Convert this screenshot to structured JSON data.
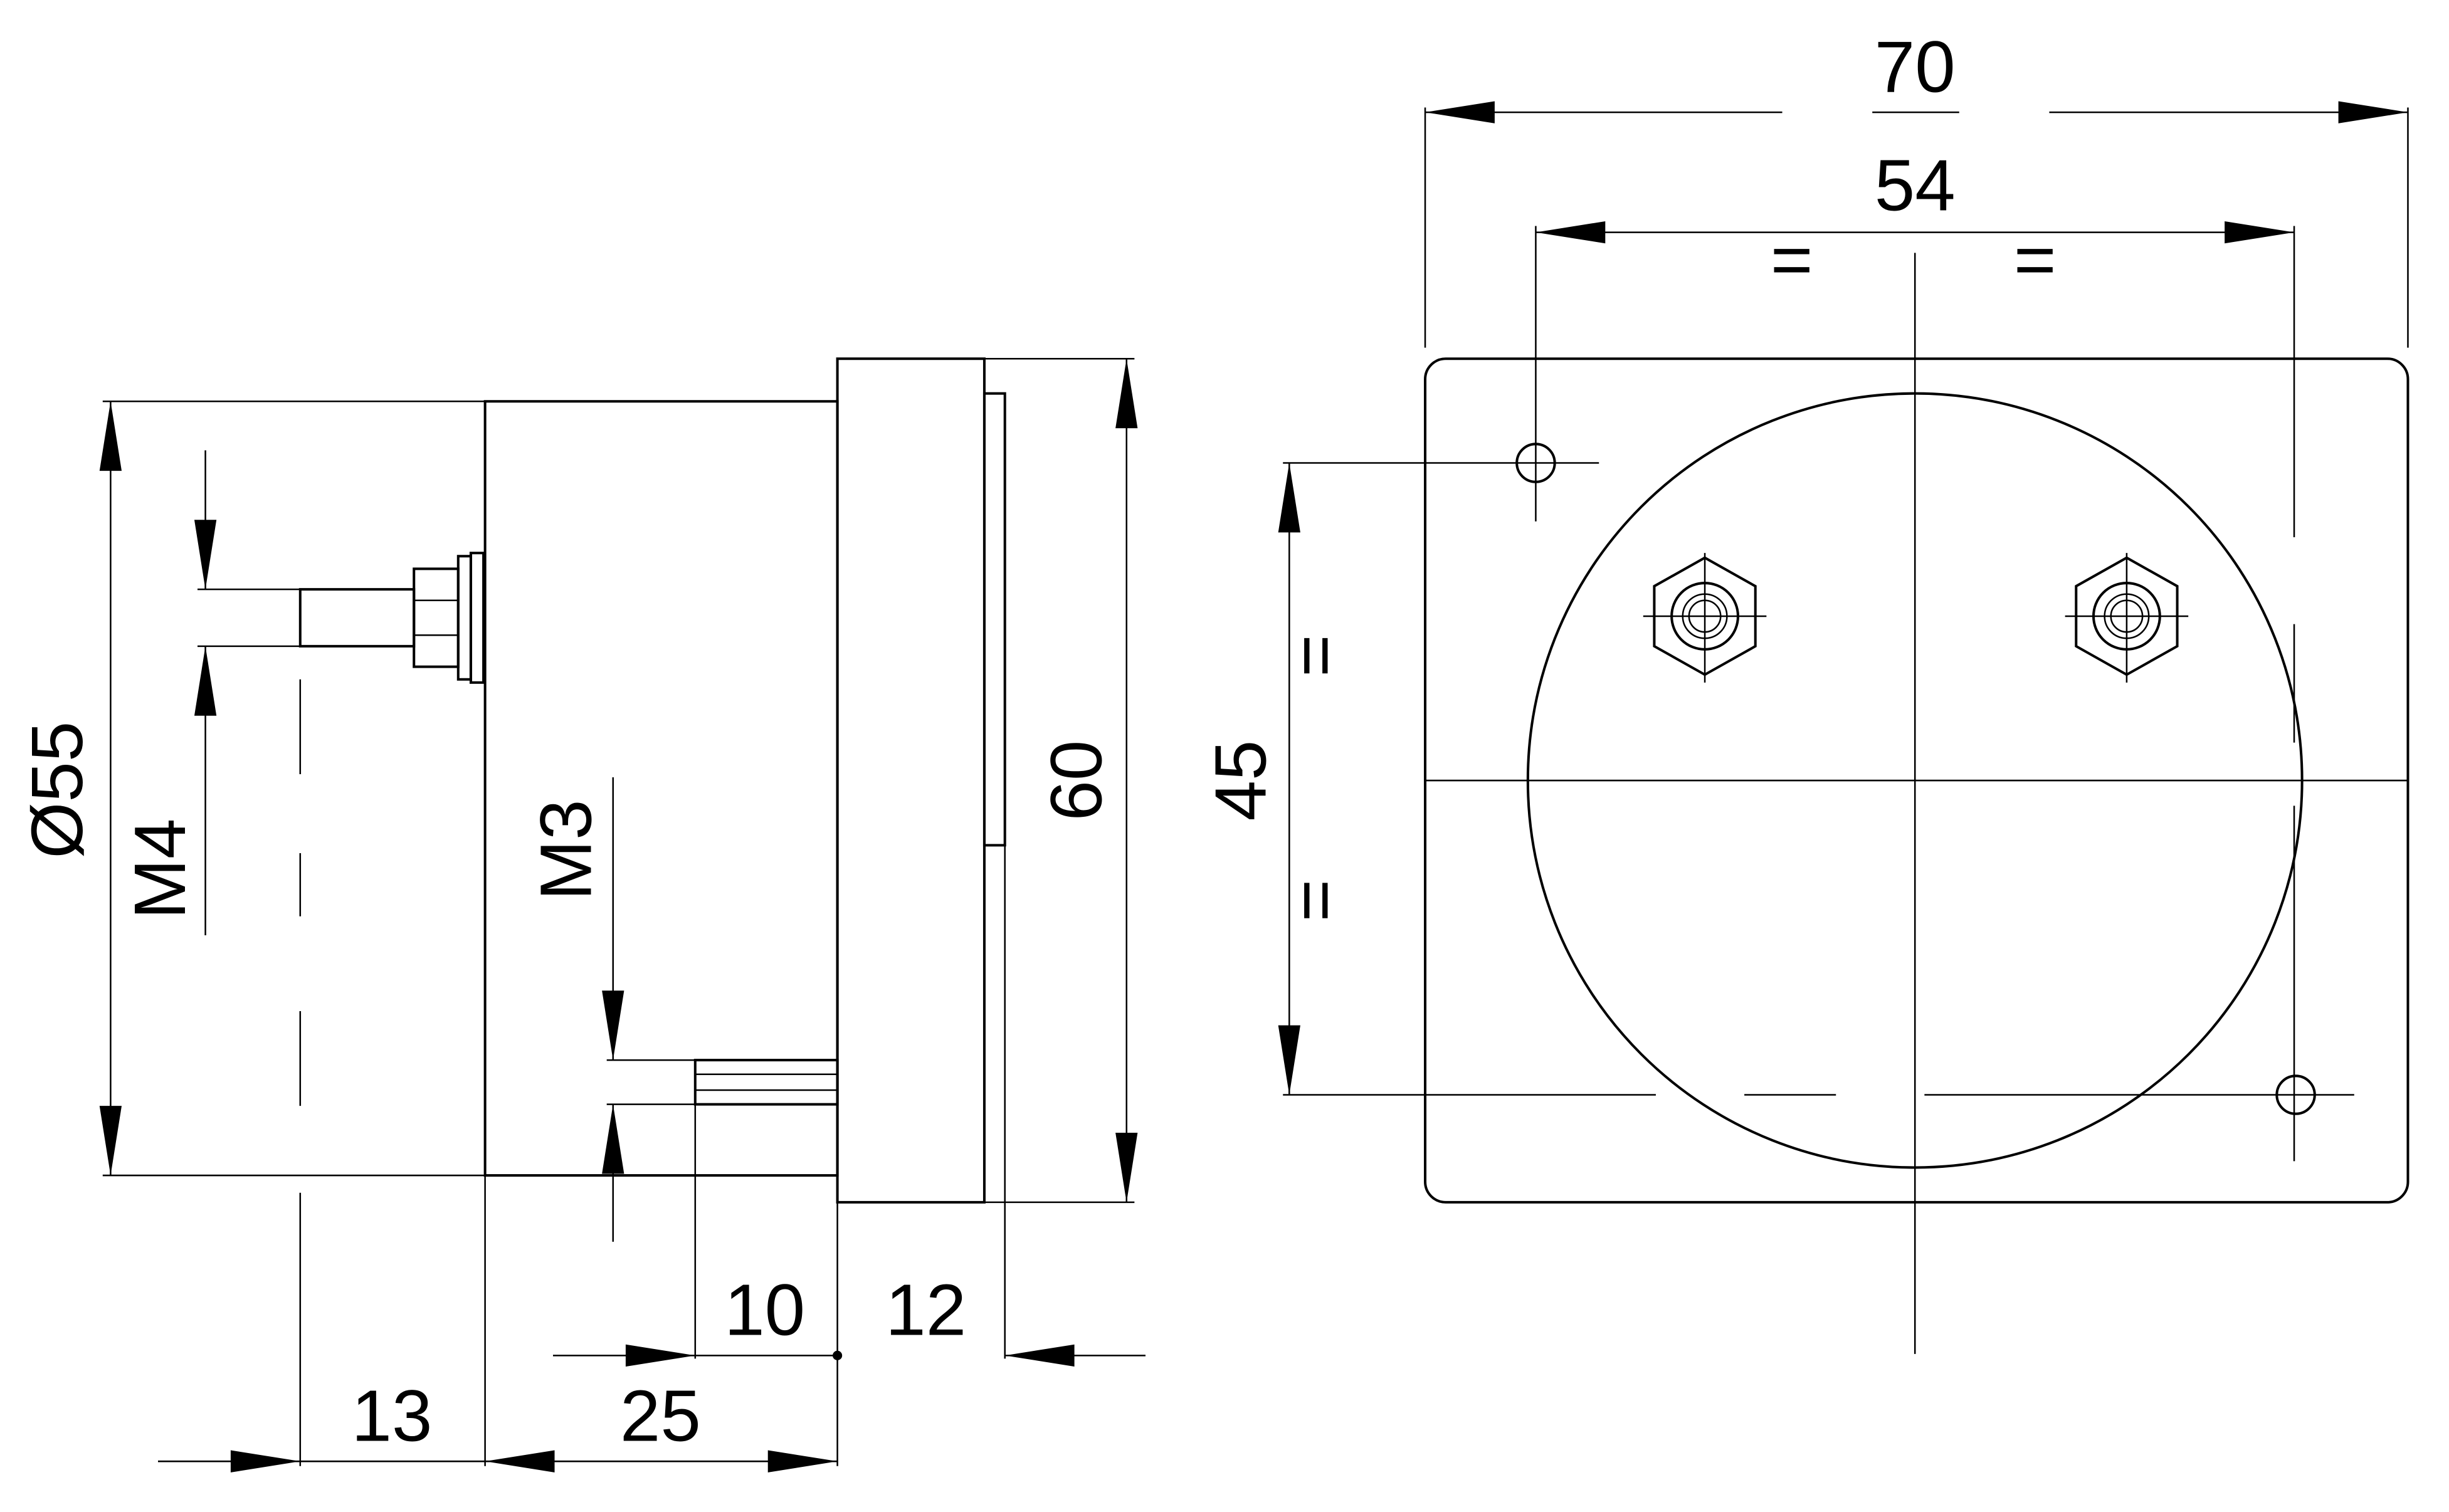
{
  "drawing": {
    "side_view": {
      "diameter_label": "Ø55",
      "thread_stud_label": "M4",
      "thread_small_label": "M3",
      "height_label": "60",
      "dim_13": "13",
      "dim_25": "25",
      "dim_10": "10",
      "dim_12": "12"
    },
    "front_view": {
      "width_label": "70",
      "hole_spacing_label": "54",
      "vertical_spacing_label": "45",
      "equal_mark": "="
    }
  },
  "colors": {
    "line": "#000000",
    "background": "#ffffff"
  }
}
